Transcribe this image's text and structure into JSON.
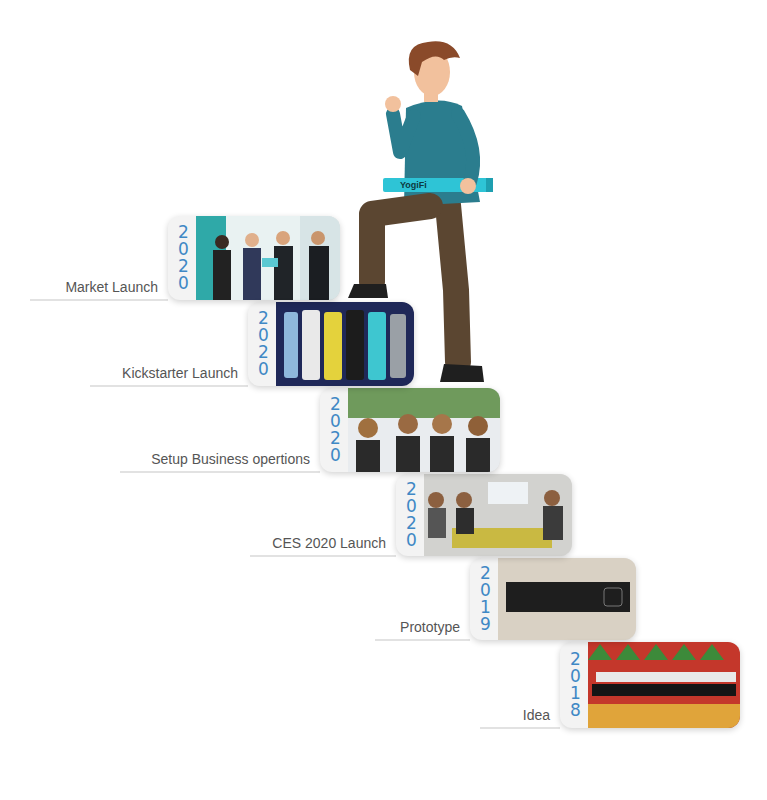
{
  "diagram": {
    "nodes": [
      {
        "text": [
          "2020",
          "Market Launch"
        ]
      },
      {
        "text": [
          "2020",
          "Kickstarter Launch"
        ]
      },
      {
        "text": [
          "2020",
          "Setup Business opertions"
        ]
      },
      {
        "text": [
          "2020",
          "CES 2020 Launch"
        ]
      },
      {
        "text": [
          "2019",
          "Prototype"
        ]
      },
      {
        "text": [
          "2018",
          "Idea"
        ]
      }
    ],
    "labels": [
      "YogiFi"
    ]
  }
}
